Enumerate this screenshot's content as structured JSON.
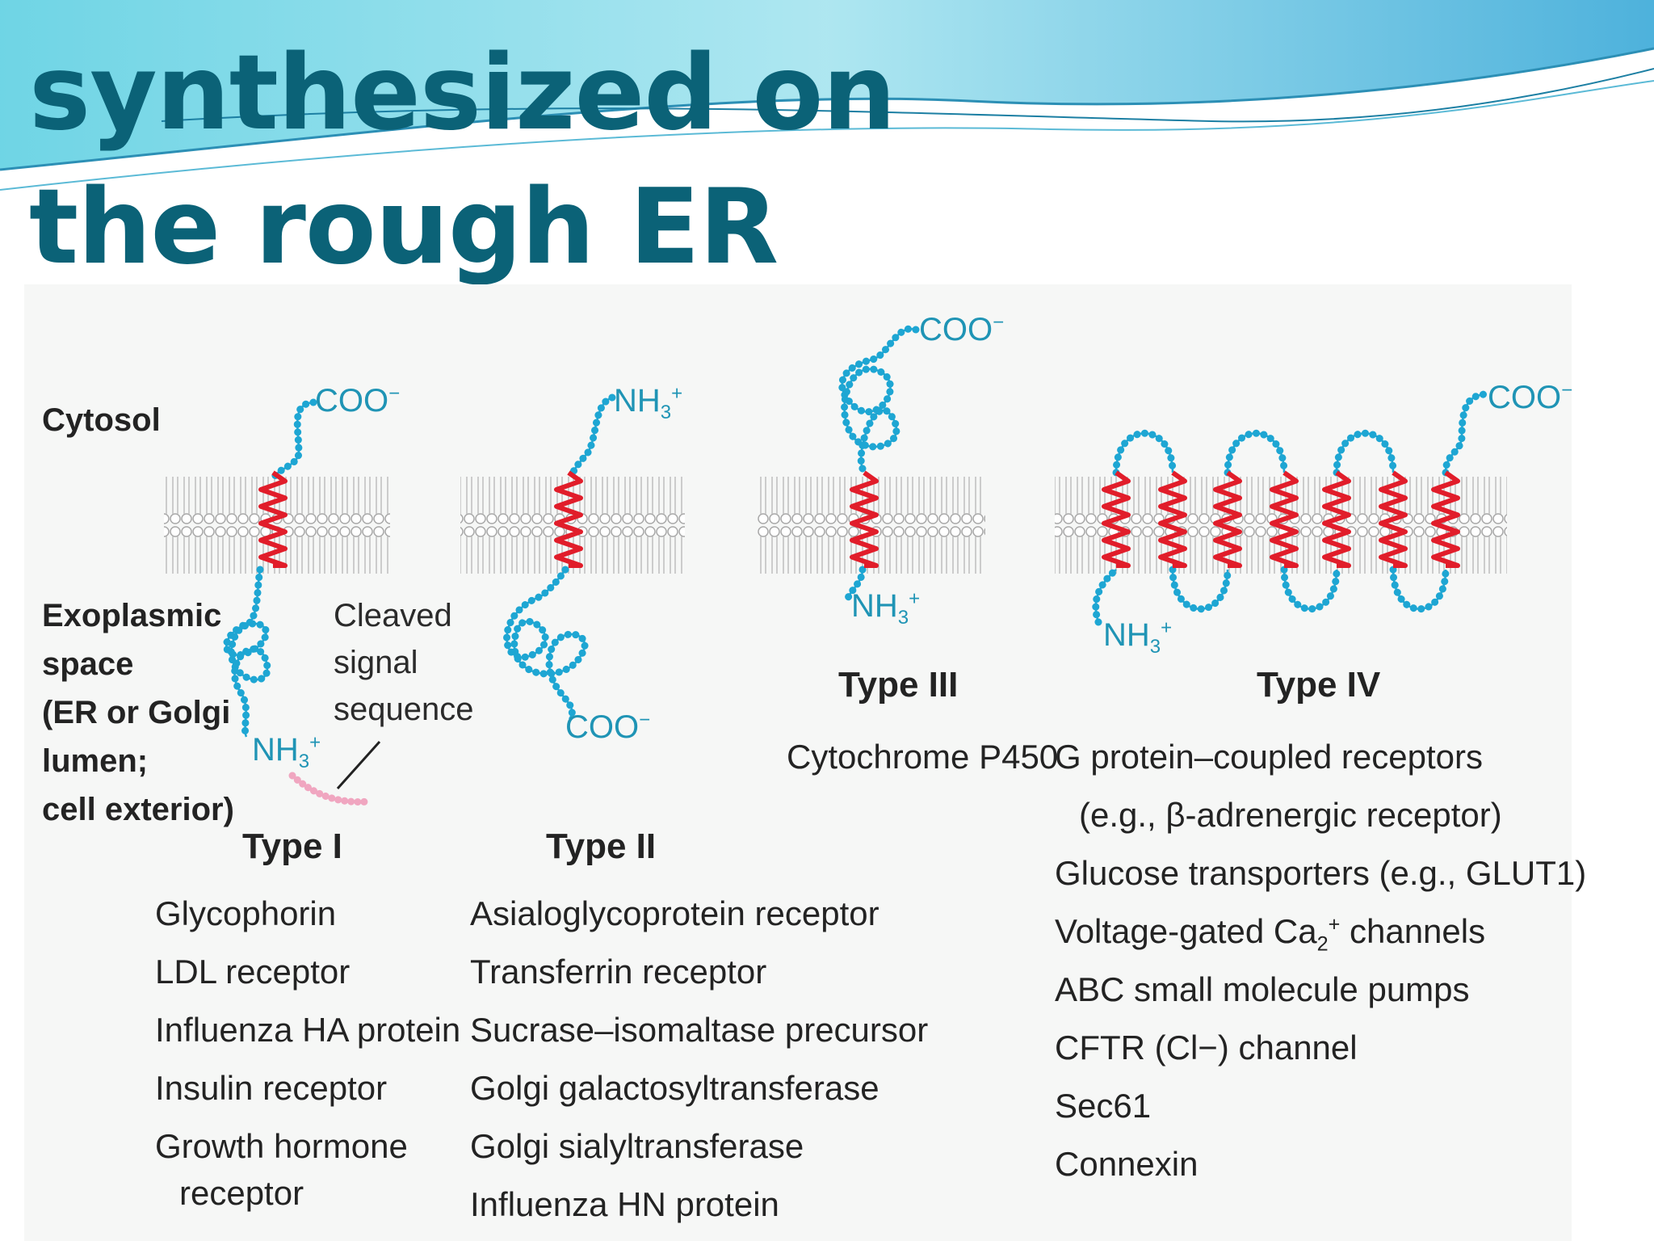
{
  "slide": {
    "title_lines": [
      "synthesized on",
      "the rough ER"
    ]
  },
  "figure": {
    "regions": {
      "cytosol": "Cytosol",
      "exoplasmic": [
        "Exoplasmic",
        "space",
        "(ER or Golgi",
        "lumen;",
        "cell exterior)"
      ]
    },
    "cleaved_signal": [
      "Cleaved",
      "signal",
      "sequence"
    ],
    "terminals": {
      "coo": "COO",
      "coo_charge": "−",
      "nh3": "NH",
      "nh3_sub": "3",
      "nh3_charge": "+"
    },
    "types": [
      {
        "label": "Type I",
        "examples": [
          "Glycophorin",
          "LDL receptor",
          "Influenza HA protein",
          "Insulin receptor",
          "Growth hormone",
          "receptor"
        ]
      },
      {
        "label": "Type II",
        "examples": [
          "Asialoglycoprotein receptor",
          "Transferrin receptor",
          "Sucrase–isomaltase precursor",
          "Golgi galactosyltransferase",
          "Golgi sialyltransferase",
          "Influenza HN protein"
        ]
      },
      {
        "label": "Type III",
        "examples": [
          "Cytochrome P450"
        ]
      },
      {
        "label": "Type IV",
        "examples": [
          "G protein–coupled receptors",
          "(e.g., β-adrenergic receptor)",
          "Glucose transporters (e.g., GLUT1)",
          "Voltage-gated Ca",
          "ABC small molecule pumps",
          "CFTR (Cl−) channel",
          "Sec61",
          "Connexin"
        ]
      }
    ],
    "voltage_sub": "2",
    "voltage_sup": "+",
    "voltage_tail": " channels"
  },
  "colors": {
    "title": "#0b6277",
    "chain": "#1ea6d3",
    "helix": "#e11d2a",
    "signal": "#f0a6c0",
    "membrane": "#c9c9c9"
  }
}
